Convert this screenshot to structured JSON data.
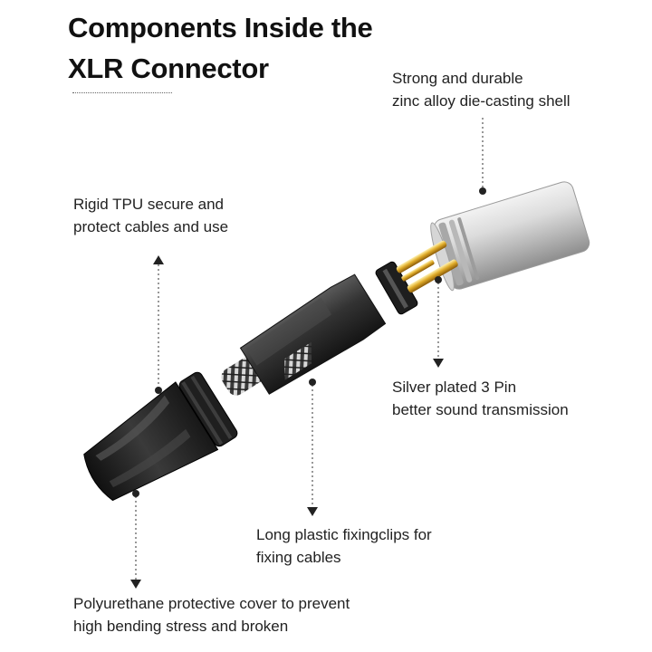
{
  "title": {
    "line1": "Components Inside the",
    "line2": "XLR Connector"
  },
  "callouts": {
    "shell": {
      "line1": "Strong and durable",
      "line2": "zinc alloy die-casting shell"
    },
    "tpu": {
      "line1": "Rigid TPU secure and",
      "line2": "protect cables and use"
    },
    "pins": {
      "line1": "Silver plated 3 Pin",
      "line2": "better sound transmission"
    },
    "clips": {
      "line1": "Long plastic fixingclips for",
      "line2": "fixing cables"
    },
    "cover": {
      "line1": "Polyurethane protective cover to prevent",
      "line2": "high bending stress and broken"
    }
  },
  "colors": {
    "shell_silver": "#c8c8c8",
    "body_black": "#2a2a2a",
    "pin_gold": "#d4a017",
    "text": "#222222"
  }
}
